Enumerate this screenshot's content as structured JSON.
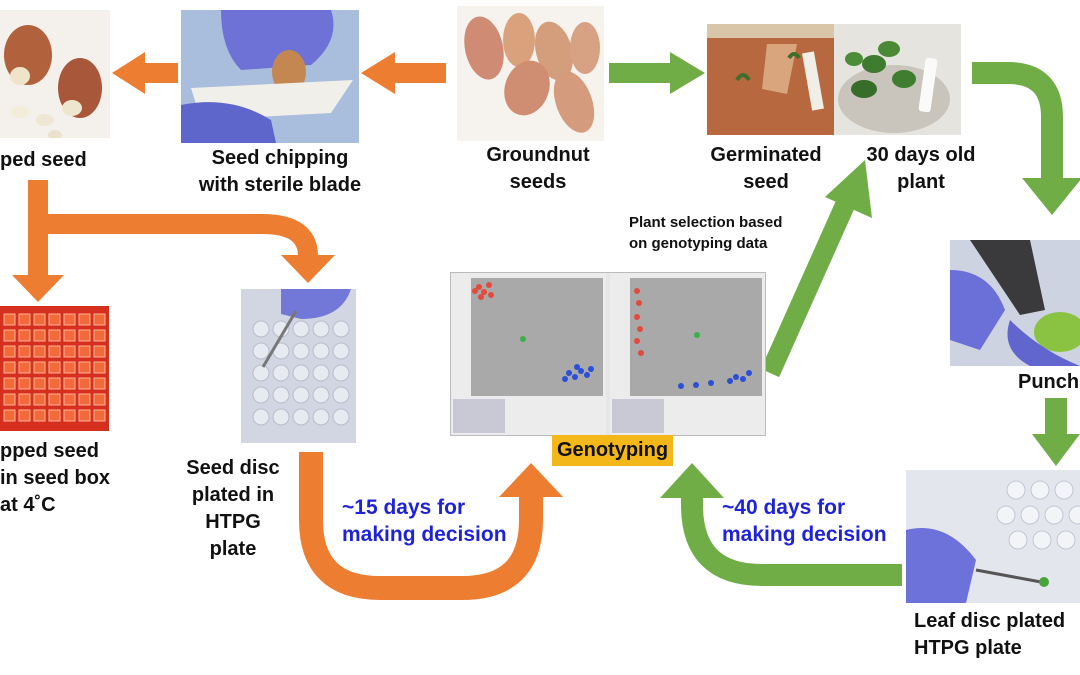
{
  "steps": {
    "chipped_seed": "ped seed",
    "seed_chipping": "Seed chipping\nwith sterile blade",
    "groundnut_seeds": "Groundnut\nseeds",
    "germinated_seed": "Germinated\nseed",
    "plant_30_days": "30 days old\nplant",
    "chipped_seed_box": "pped seed\nin seed box\nat 4˚C",
    "seed_disc_plated": "Seed disc\nplated in\nHTPG\nplate",
    "punch": "Punch",
    "leaf_disc_plated": "Leaf disc plated\nHTPG plate",
    "genotyping": "Genotyping"
  },
  "annotations": {
    "plant_selection": "Plant selection based\non genotyping data",
    "seed_decision": "~15 days for\nmaking decision",
    "leaf_decision": "~40 days for\nmaking decision"
  },
  "colors": {
    "orange_arrow": "#ed7d31",
    "green_arrow": "#70ad47",
    "genotyping_badge": "#f4b71a",
    "decision_text": "#1f23d6"
  }
}
